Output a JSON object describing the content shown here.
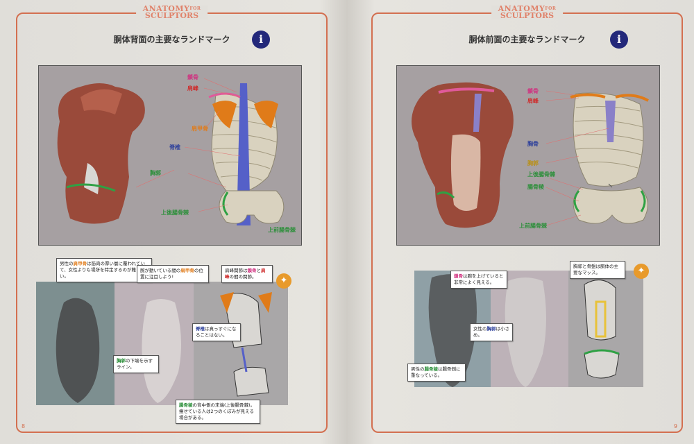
{
  "logo": {
    "line1": "ANATOMY",
    "line_for": "FOR",
    "line2": "SCULPTORS"
  },
  "left_page": {
    "title": "胴体背面の主要なランドマーク",
    "info_icon": "info-icon",
    "page_number": "8",
    "labels": {
      "clavicle": "鎖骨",
      "acromion": "肩峰",
      "scapula": "肩甲骨",
      "spine": "脊椎",
      "ribcage": "胸郭",
      "psis": "上後腸骨棘",
      "asis": "上前腸骨棘"
    },
    "callouts": {
      "c1_pre": "男性の",
      "c1_hl": "肩甲骨",
      "c1_post": "は筋肉の厚い層に覆われていて、女性よりも場所を特定するのが難しい。",
      "c2_pre": "腕が動いている間の",
      "c2_hl": "肩甲骨",
      "c2_post": "の位置に注目しよう!",
      "c3_pre": "肩峰関節は",
      "c3_hl1": "鎖骨",
      "c3_mid": "と",
      "c3_hl2": "肩峰",
      "c3_post": "の間の関節。",
      "c4_hl": "脊椎",
      "c4_post": "は真っすぐになることはない。",
      "c5_hl": "胸郭",
      "c5_post": "の下端を示すライン。",
      "c6_hl": "腸骨稜",
      "c6_post": "の背中側の末端(上後腸骨棘)。痩せている人は2つのくぼみが見える場合がある。"
    },
    "tip_icon": "lightbulb-icon"
  },
  "right_page": {
    "title": "胴体前面の主要なランドマーク",
    "info_icon": "info-icon",
    "page_number": "9",
    "labels": {
      "clavicle": "鎖骨",
      "acromion": "肩峰",
      "sternum": "胸骨",
      "ribcage": "胸郭",
      "psis": "上後腸骨棘",
      "iliac_crest": "腸骨稜",
      "asis": "上前腸骨棘"
    },
    "callouts": {
      "c1_hl": "鎖骨",
      "c1_post": "は腕を上げていると非常によく見える。",
      "c2_post": "胸郭と骨盤は胴体の主要なマッス。",
      "c3_pre": "女性の",
      "c3_hl": "胸郭",
      "c3_post": "は小さめ。",
      "c4_pre": "男性の",
      "c4_hl": "腸骨稜",
      "c4_post": "は腸骨側に重なっている。"
    },
    "tip_icon": "lightbulb-icon"
  },
  "colors": {
    "frame": "#d36f50",
    "info_badge": "#23287a",
    "muscle": "#9a4a3a",
    "spine": "#5560c8",
    "clavicle_highlight": "#e05a9a",
    "iliac_highlight": "#2fa144",
    "tip_badge": "#e89a2b"
  }
}
